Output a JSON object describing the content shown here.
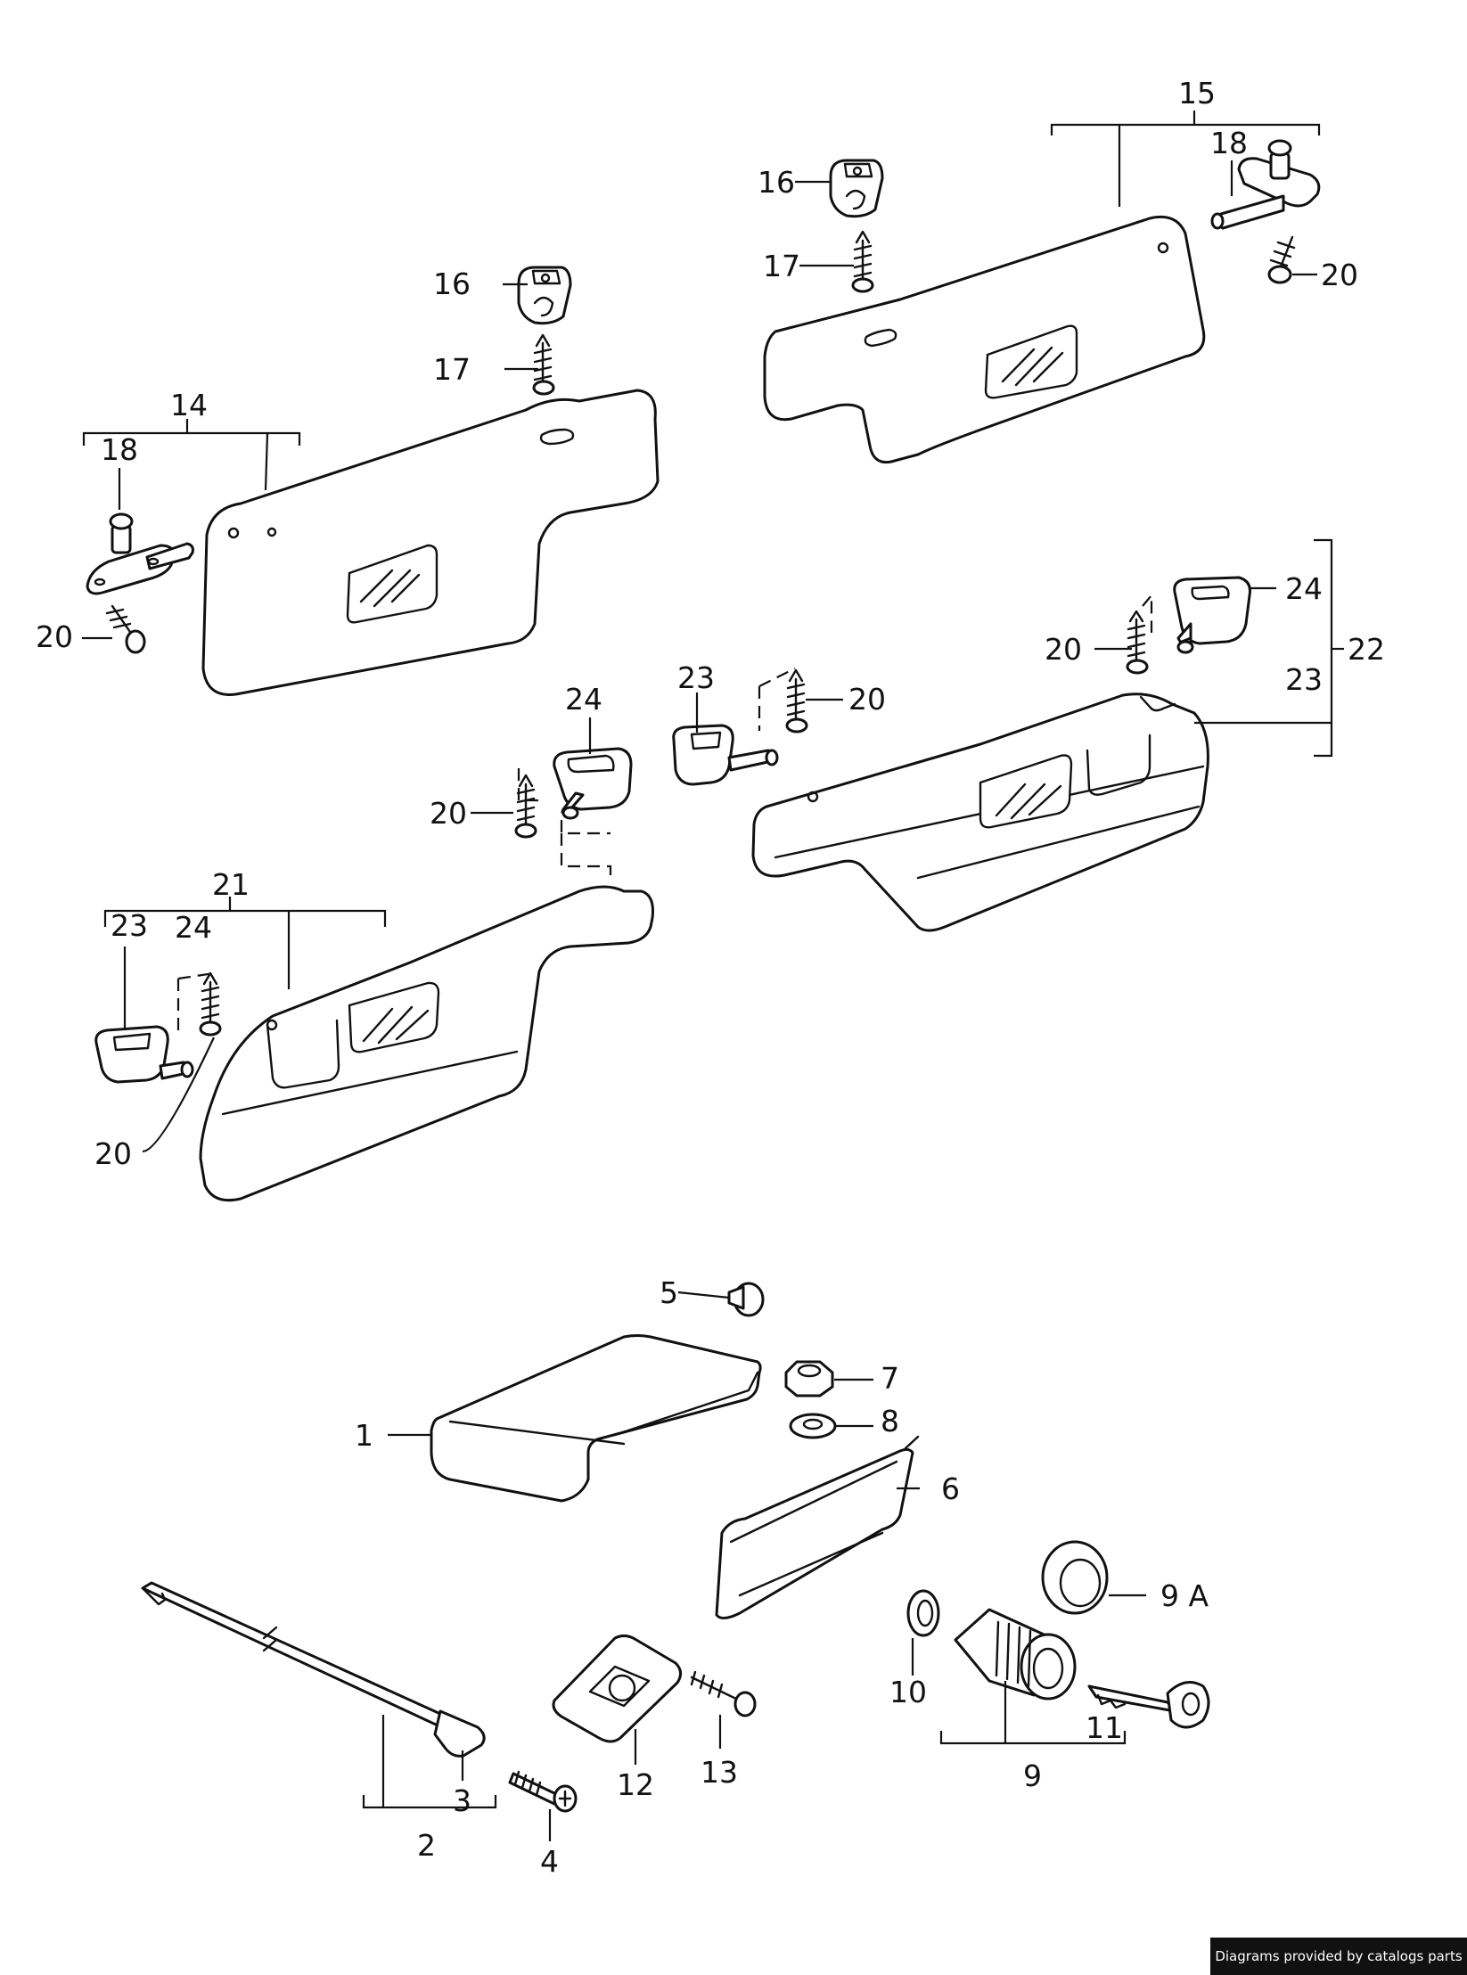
{
  "callouts": {
    "c1": "1",
    "c2": "2",
    "c3": "3",
    "c4": "4",
    "c5": "5",
    "c6": "6",
    "c7": "7",
    "c8": "8",
    "c9": "9",
    "c9a": "9 A",
    "c10": "10",
    "c11": "11",
    "c12": "12",
    "c13": "13",
    "c14": "14",
    "c15": "15",
    "c16": "16",
    "c17": "17",
    "c18": "18",
    "c20": "20",
    "c21": "21",
    "c22": "22",
    "c23": "23",
    "c24": "24"
  },
  "footer": {
    "credit": "Diagrams provided by catalogs parts"
  }
}
